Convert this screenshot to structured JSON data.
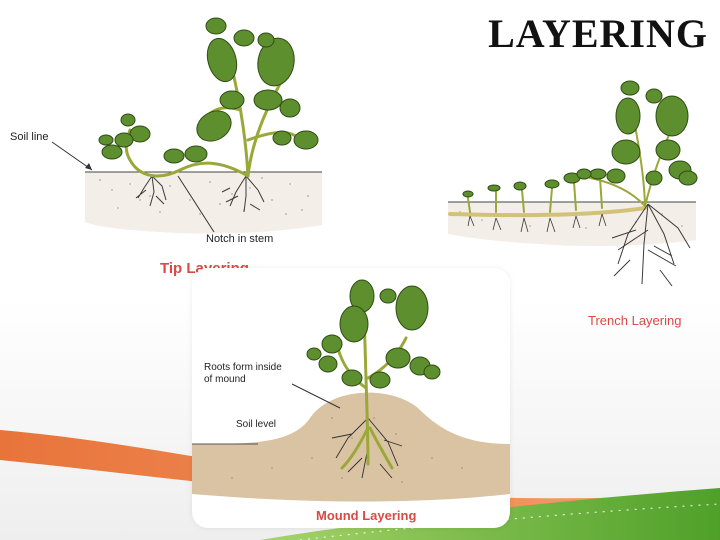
{
  "slide": {
    "title": "LAYERING"
  },
  "tip_layering": {
    "caption": "Tip Layering",
    "labels": {
      "soil_line": "Soil line",
      "notch": "Notch in stem"
    }
  },
  "trench_layering": {
    "caption": "Trench Layering"
  },
  "mound_layering": {
    "caption": "Mound Layering",
    "labels": {
      "roots_line1": "Roots form inside",
      "roots_line2": "of mound",
      "soil_level": "Soil level"
    }
  },
  "colors": {
    "orange_band": "#e8743b",
    "green_band": "#7cc242",
    "leaf": "#5e8f2e",
    "leaf_dark": "#355a1a",
    "stem": "#9aa83a",
    "soil": "#d9c3a2",
    "caption": "#d94a43"
  }
}
